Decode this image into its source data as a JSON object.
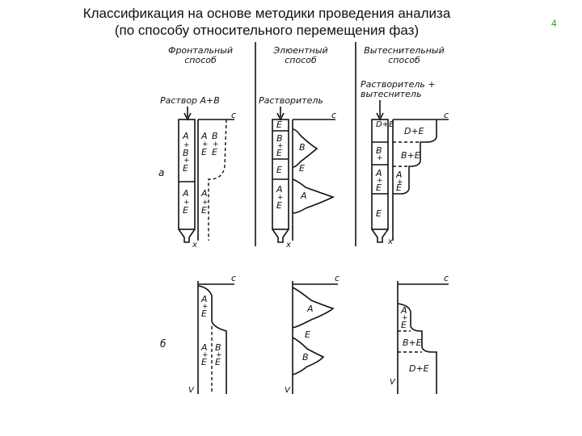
{
  "slide": {
    "title_line1": "Классификация на основе методики проведения анализа",
    "title_line2": "(по способу относительного перемещения фаз)",
    "page_number": "4"
  },
  "figure": {
    "headers": {
      "frontal": [
        "Фронтальный",
        "способ"
      ],
      "elution": [
        "Элюентный",
        "способ"
      ],
      "displacement": [
        "Вытеснительный",
        "способ"
      ]
    },
    "inputs": {
      "frontal": "Раствор A+B",
      "elution": "Растворитель",
      "displacement": [
        "Растворитель +",
        "вытеснитель"
      ]
    },
    "row_labels": {
      "a": "а",
      "b": "б"
    },
    "axis": {
      "c": "c",
      "x": "x",
      "v": "V"
    },
    "labels": {
      "A": "A",
      "B": "B",
      "E": "E",
      "plus": "+",
      "DE": "D+E",
      "BE": "B+E"
    }
  }
}
